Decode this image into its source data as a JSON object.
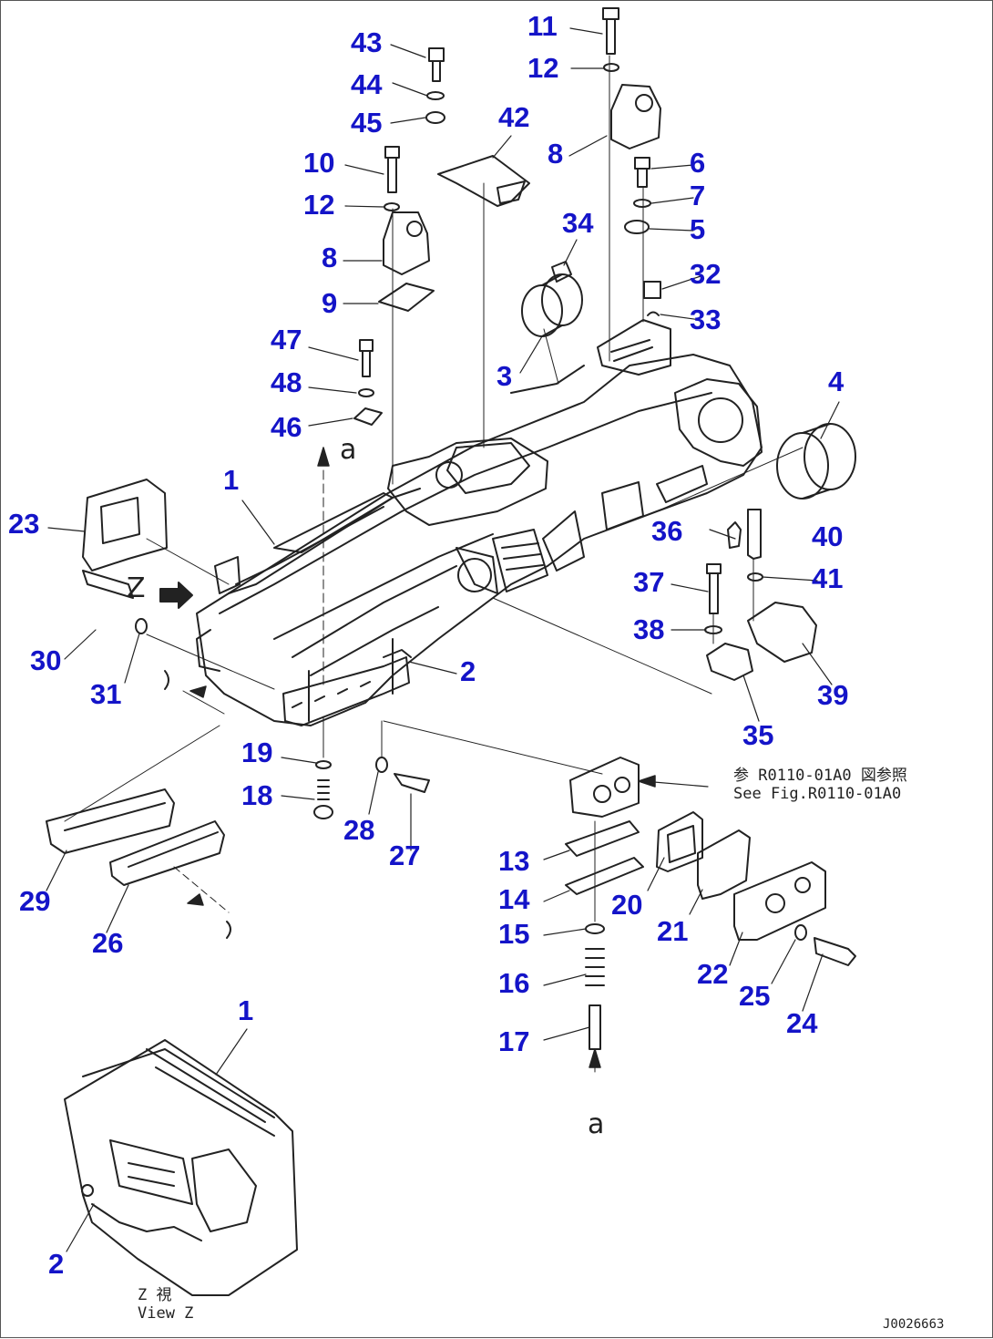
{
  "labels": [
    {
      "text": "43"
    },
    {
      "text": "44"
    },
    {
      "text": "45"
    },
    {
      "text": "10"
    },
    {
      "text": "12"
    },
    {
      "text": "8"
    },
    {
      "text": "9"
    },
    {
      "text": "47"
    },
    {
      "text": "48"
    },
    {
      "text": "46"
    },
    {
      "text": "1"
    },
    {
      "text": "23"
    },
    {
      "text": "30"
    },
    {
      "text": "31"
    },
    {
      "text": "19"
    },
    {
      "text": "18"
    },
    {
      "text": "28"
    },
    {
      "text": "27"
    },
    {
      "text": "29"
    },
    {
      "text": "26"
    },
    {
      "text": "11"
    },
    {
      "text": "12"
    },
    {
      "text": "8"
    },
    {
      "text": "42"
    },
    {
      "text": "34"
    },
    {
      "text": "3"
    },
    {
      "text": "6"
    },
    {
      "text": "7"
    },
    {
      "text": "5"
    },
    {
      "text": "32"
    },
    {
      "text": "33"
    },
    {
      "text": "4"
    },
    {
      "text": "36"
    },
    {
      "text": "40"
    },
    {
      "text": "41"
    },
    {
      "text": "37"
    },
    {
      "text": "38"
    },
    {
      "text": "39"
    },
    {
      "text": "35"
    },
    {
      "text": "2"
    },
    {
      "text": "13"
    },
    {
      "text": "14"
    },
    {
      "text": "15"
    },
    {
      "text": "16"
    },
    {
      "text": "17"
    },
    {
      "text": "20"
    },
    {
      "text": "21"
    },
    {
      "text": "22"
    },
    {
      "text": "25"
    },
    {
      "text": "24"
    },
    {
      "text": "1"
    },
    {
      "text": "2"
    }
  ],
  "marks": {
    "view_arrow": "Z",
    "section_top": "a",
    "section_bottom": "a"
  },
  "reference_note": {
    "line1": "参 R0110-01A0 図参照",
    "line2": "See Fig.R0110-01A0"
  },
  "view_caption": {
    "line1": "Z 視",
    "line2": "View Z"
  },
  "drawing_code": "J0026663",
  "colors": {
    "label": "#1414c8",
    "line": "#222222"
  }
}
